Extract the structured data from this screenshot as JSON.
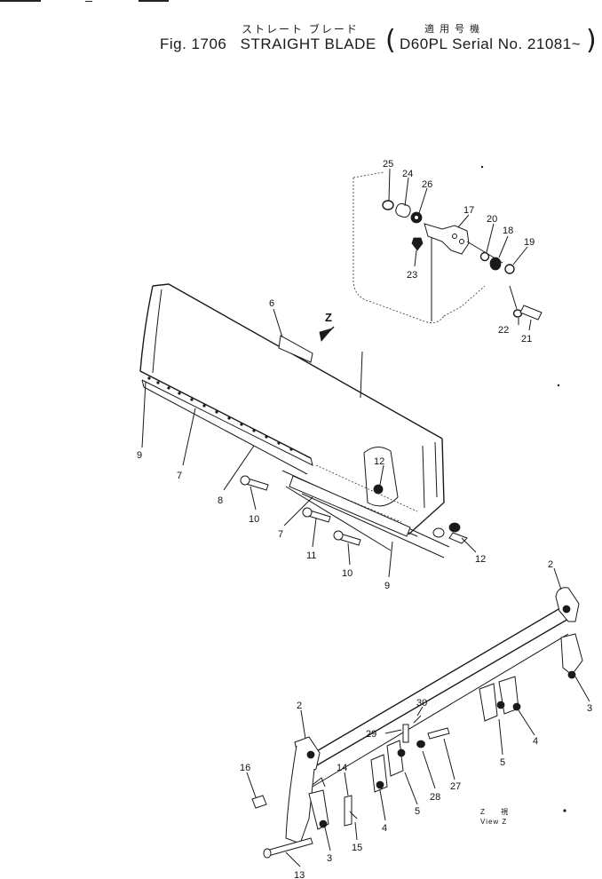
{
  "header": {
    "title_jp": "ストレート ブレード",
    "applicable_jp": "適用号機",
    "fig_label": "Fig. 1706",
    "fig_title": "STRAIGHT BLADE",
    "model_serial": "D60PL Serial No. 21081~"
  },
  "view": {
    "label_jp": "Z 視",
    "label_en": "View Z"
  },
  "arrow": {
    "label": "Z"
  },
  "callouts": [
    {
      "id": "c25",
      "text": "25"
    },
    {
      "id": "c24",
      "text": "24"
    },
    {
      "id": "c26",
      "text": "26"
    },
    {
      "id": "c17",
      "text": "17"
    },
    {
      "id": "c20",
      "text": "20"
    },
    {
      "id": "c18",
      "text": "18"
    },
    {
      "id": "c19",
      "text": "19"
    },
    {
      "id": "c23",
      "text": "23"
    },
    {
      "id": "c22",
      "text": "22"
    },
    {
      "id": "c21",
      "text": "21"
    },
    {
      "id": "c6",
      "text": "6"
    },
    {
      "id": "c9a",
      "text": "9"
    },
    {
      "id": "c7a",
      "text": "7"
    },
    {
      "id": "c8",
      "text": "8"
    },
    {
      "id": "c10a",
      "text": "10"
    },
    {
      "id": "c12a",
      "text": "12"
    },
    {
      "id": "c7b",
      "text": "7"
    },
    {
      "id": "c11",
      "text": "11"
    },
    {
      "id": "c10b",
      "text": "10"
    },
    {
      "id": "c12b",
      "text": "12"
    },
    {
      "id": "c9b",
      "text": "9"
    },
    {
      "id": "c2a",
      "text": "2"
    },
    {
      "id": "c3a",
      "text": "3"
    },
    {
      "id": "c4a",
      "text": "4"
    },
    {
      "id": "c5a",
      "text": "5"
    },
    {
      "id": "c2b",
      "text": "2"
    },
    {
      "id": "c30",
      "text": "30"
    },
    {
      "id": "c29",
      "text": "29"
    },
    {
      "id": "c16",
      "text": "16"
    },
    {
      "id": "c14",
      "text": "14"
    },
    {
      "id": "c5b",
      "text": "5"
    },
    {
      "id": "c28",
      "text": "28"
    },
    {
      "id": "c27",
      "text": "27"
    },
    {
      "id": "c4b",
      "text": "4"
    },
    {
      "id": "c15",
      "text": "15"
    },
    {
      "id": "c3b",
      "text": "3"
    },
    {
      "id": "c13",
      "text": "13"
    }
  ]
}
